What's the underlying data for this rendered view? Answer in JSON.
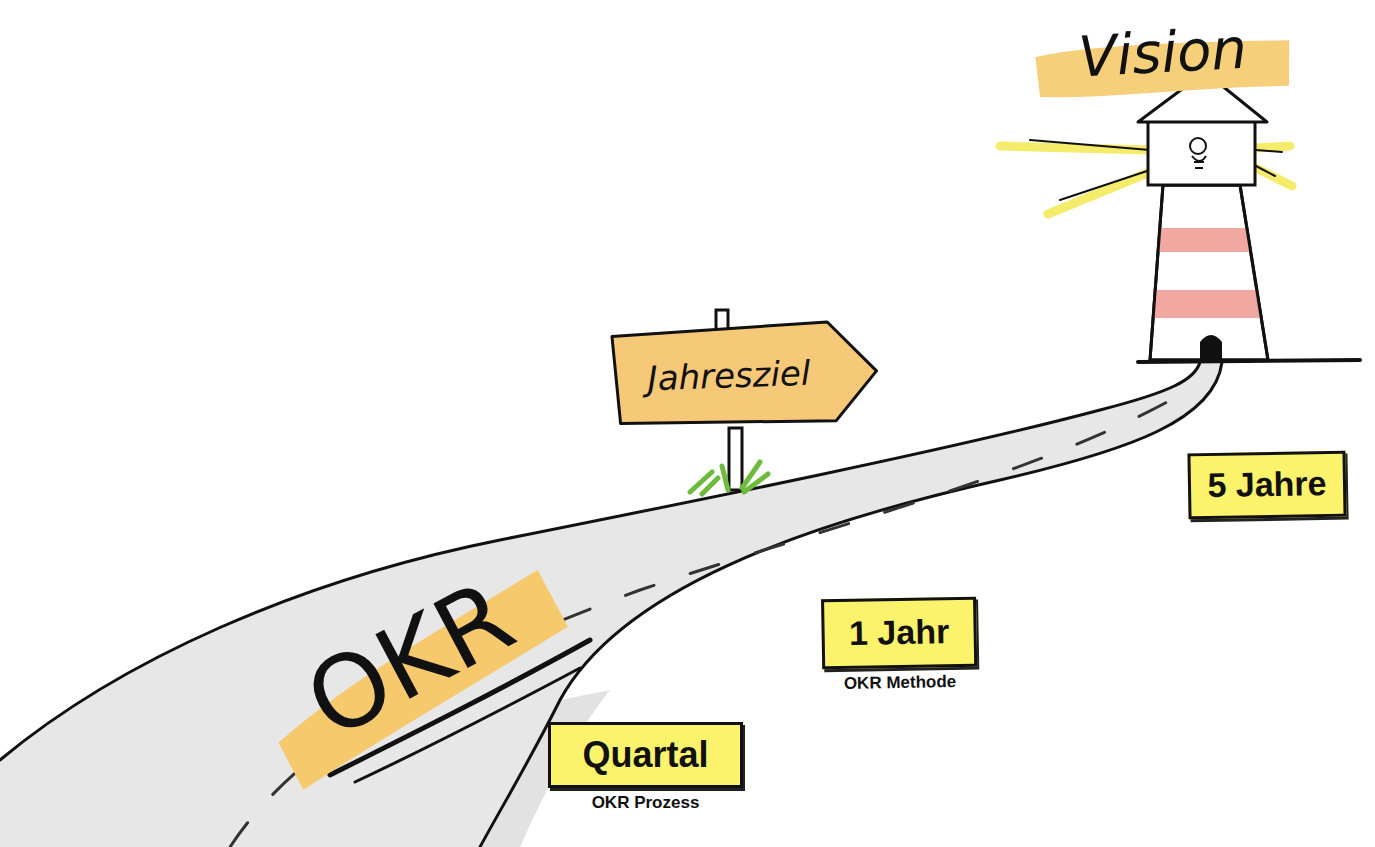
{
  "diagram": {
    "nodes": [
      {
        "text": [
          "Vision"
        ]
      },
      {
        "text": [
          "Jahresziel"
        ]
      },
      {
        "text": [
          "5 Jahre"
        ]
      },
      {
        "text": [
          "1 Jahr",
          "OKR Methode"
        ]
      },
      {
        "text": [
          "OKR"
        ]
      },
      {
        "text": [
          "Quartal",
          "OKR Prozess"
        ]
      }
    ]
  }
}
